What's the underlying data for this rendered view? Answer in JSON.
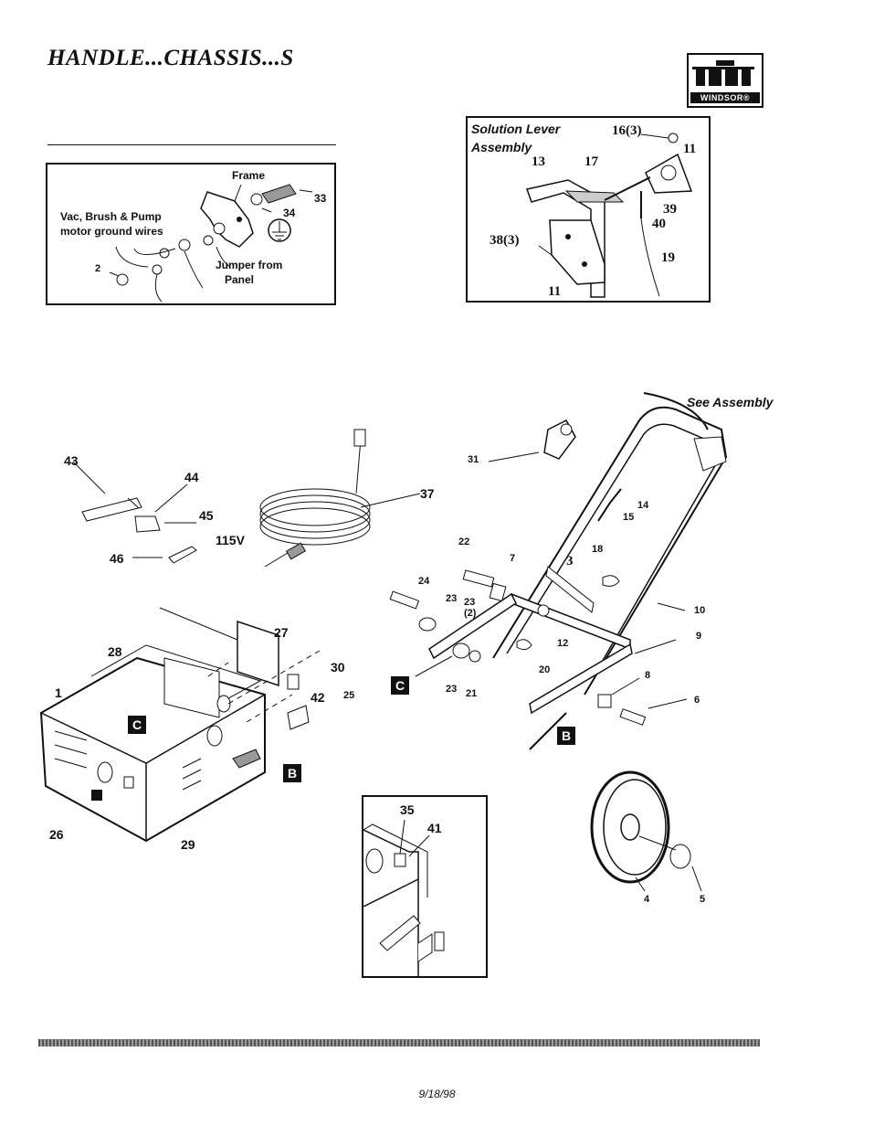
{
  "page": {
    "title": "HANDLE...CHASSIS...S",
    "date": "9/18/98"
  },
  "brand": {
    "wordmark": "WINDSOR®"
  },
  "ground_inset": {
    "frame": "Frame",
    "wires_line1": "Vac, Brush & Pump",
    "wires_line2": "motor ground wires",
    "jumper_line1": "Jumper from",
    "jumper_line2": "Panel",
    "parts": {
      "p33": "33",
      "p34": "34",
      "p2": "2"
    }
  },
  "lever_inset": {
    "title_line1": "Solution Lever",
    "title_line2": "Assembly",
    "parts": {
      "p16": "16(3)",
      "p11a": "11",
      "p13": "13",
      "p17": "17",
      "p39": "39",
      "p40": "40",
      "p38": "38(3)",
      "p19": "19",
      "p11b": "11"
    }
  },
  "main": {
    "see_assembly": "See Assembly",
    "voltage": "115V",
    "markers": {
      "c": "C",
      "b": "B"
    },
    "parts": {
      "p43": "43",
      "p44": "44",
      "p45": "45",
      "p46": "46",
      "p37": "37",
      "p31": "31",
      "p14": "14",
      "p15": "15",
      "p22": "22",
      "p7": "7",
      "p3": "3",
      "p18": "18",
      "p24": "24",
      "p23a": "23",
      "p23b": "23",
      "p23c": "(2)",
      "p23d": "23",
      "p12": "12",
      "p10": "10",
      "p9": "9",
      "p20": "20",
      "p21": "21",
      "p8": "8",
      "p6": "6",
      "p27": "27",
      "p28": "28",
      "p30": "30",
      "p1": "1",
      "p42": "42",
      "p25": "25",
      "p26": "26",
      "p29": "29",
      "p4": "4",
      "p5": "5"
    }
  },
  "detail_inset": {
    "parts": {
      "p35": "35",
      "p41": "41"
    }
  }
}
